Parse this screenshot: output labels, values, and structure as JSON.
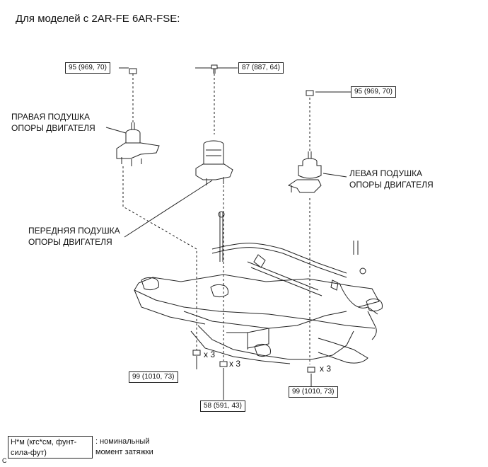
{
  "title": "Для моделей с 2AR-FE 6AR-FSE:",
  "torques": {
    "t1": "95 (969, 70)",
    "t2": "87 (887, 64)",
    "t3": "95 (969, 70)",
    "t4": "99 (1010, 73)",
    "t5": "58 (591, 43)",
    "t6": "99 (1010, 73)"
  },
  "labels": {
    "right_mount_1": "ПРАВАЯ ПОДУШКА",
    "right_mount_2": "ОПОРЫ ДВИГАТЕЛЯ",
    "left_mount_1": "ЛЕВАЯ ПОДУШКА",
    "left_mount_2": "ОПОРЫ ДВИГАТЕЛЯ",
    "front_mount_1": "ПЕРЕДНЯЯ ПОДУШКА",
    "front_mount_2": "ОПОРЫ ДВИГАТЕЛЯ"
  },
  "quantities": {
    "q1": "x 3",
    "q2": "x 3",
    "q3": "x 3"
  },
  "legend": {
    "unit_1": "Н*м (кгс*см, фунт-",
    "unit_2": "сила-фут)",
    "desc_1": ": номинальный",
    "desc_2": "момент затяжки"
  },
  "corner_code": "C"
}
